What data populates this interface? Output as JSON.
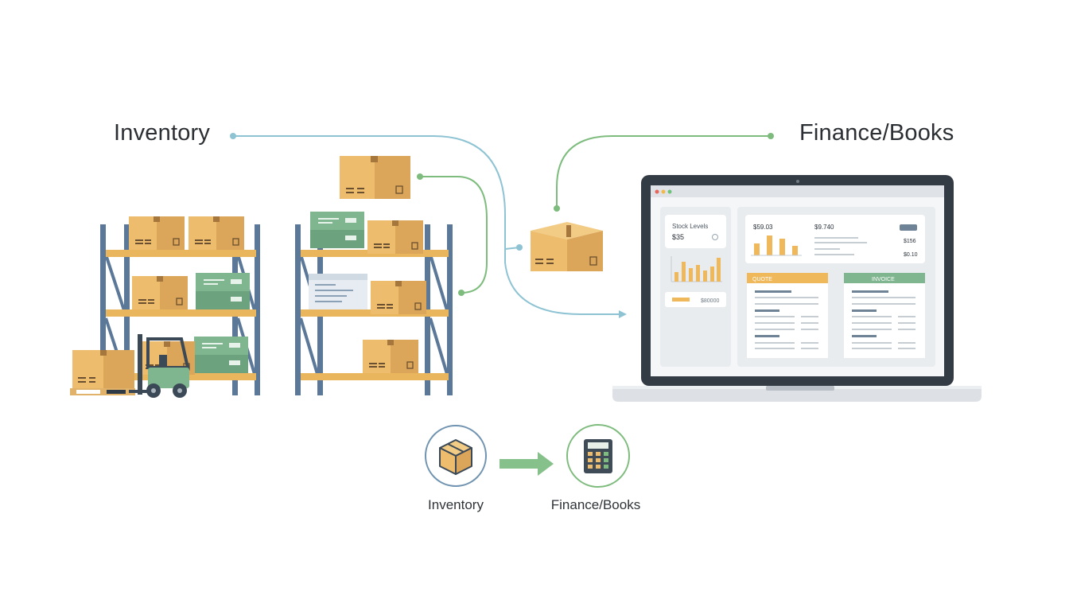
{
  "titles": {
    "inventory": "Inventory",
    "finance": "Finance/Books"
  },
  "dashboard": {
    "stock_card": {
      "label": "Stock Levels",
      "value": "$35",
      "footer_value": "$80000"
    },
    "summary": {
      "amount_a": "$59.03",
      "amount_b": "$9.740",
      "side_a": "$156",
      "side_b": "$0.10"
    },
    "quote_header": "QUOTE",
    "invoice_header": "INVOICE"
  },
  "flow": {
    "from_label": "Inventory",
    "to_label": "Finance/Books"
  },
  "colors": {
    "box": "#edbd6d",
    "box_shade": "#dca65a",
    "green_box": "#7fb58f",
    "shelf_post": "#5b7899",
    "shelf_beam": "#e9b65e",
    "connector_blue": "#8ec3d4",
    "connector_green": "#7dbc7d",
    "quote_bar": "#efb85a",
    "invoice_bar": "#7fb58f"
  },
  "icons": [
    "box-icon",
    "calculator-icon",
    "arrow-right-icon",
    "forklift-icon",
    "laptop-icon"
  ]
}
